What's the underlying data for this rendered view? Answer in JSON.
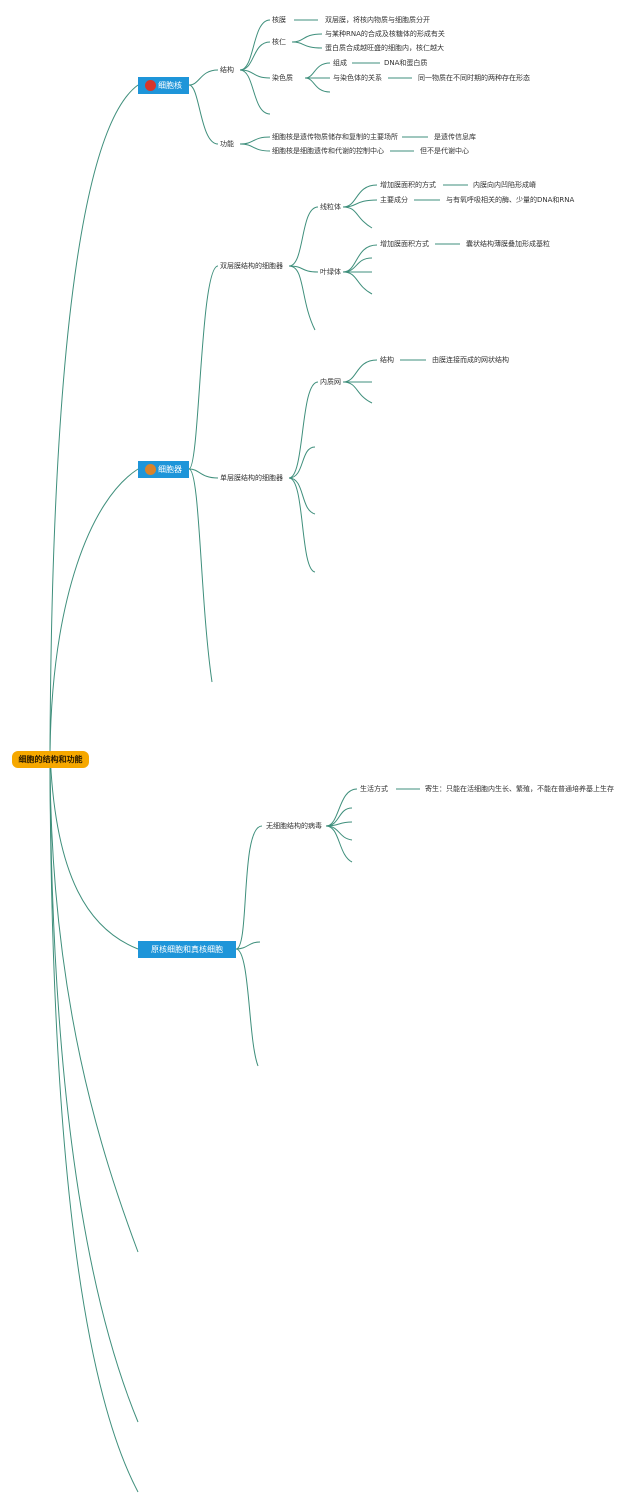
{
  "root": "细胞的结构和功能",
  "branches": {
    "nucleus": "细胞核",
    "organelle": "细胞器",
    "cells": "原核细胞和真核细胞"
  },
  "icons": {
    "nucleus": {
      "name": "red-circle-icon",
      "color": "#d8352a"
    },
    "organelle": {
      "name": "orange-circle-icon",
      "color": "#d9832a"
    }
  },
  "nucleus": {
    "structure": "结构",
    "membrane": "核膜",
    "membrane_desc": "双层膜，将核内物质与细胞质分开",
    "nucleolus": "核仁",
    "nucleolus_desc1": "与某种RNA的合成及核糖体的形成有关",
    "nucleolus_desc2": "蛋白质合成越旺盛的细胞内，核仁越大",
    "chromatin": "染色质",
    "composition": "组成",
    "composition_desc": "DNA和蛋白质",
    "relation": "与染色体的关系",
    "relation_desc": "同一物质在不同时期的两种存在形态",
    "function": "功能",
    "function1": "细胞核是遗传物质储存和复制的主要场所",
    "function1_note": "是遗传信息库",
    "function2": "细胞核是细胞遗传和代谢的控制中心",
    "function2_note": "但不是代谢中心"
  },
  "organelle": {
    "double": "双层膜结构的细胞器",
    "mito": "线粒体",
    "mito_area": "增加膜面积的方式",
    "mito_area_desc": "内膜向内凹陷形成嵴",
    "mito_comp": "主要成分",
    "mito_comp_desc": "与有氧呼吸相关的酶、少量的DNA和RNA",
    "chloro": "叶绿体",
    "chloro_area": "增加膜面积方式",
    "chloro_area_desc": "囊状结构薄膜叠加形成基粒",
    "single": "单层膜结构的细胞器",
    "er": "内质网",
    "er_struct": "结构",
    "er_struct_desc": "由膜连接而成的网状结构"
  },
  "cells": {
    "virus": "无细胞结构的病毒",
    "life": "生活方式",
    "life_desc": "寄生：只能在活细胞内生长、繁殖，不能在普通培养基上生存"
  }
}
